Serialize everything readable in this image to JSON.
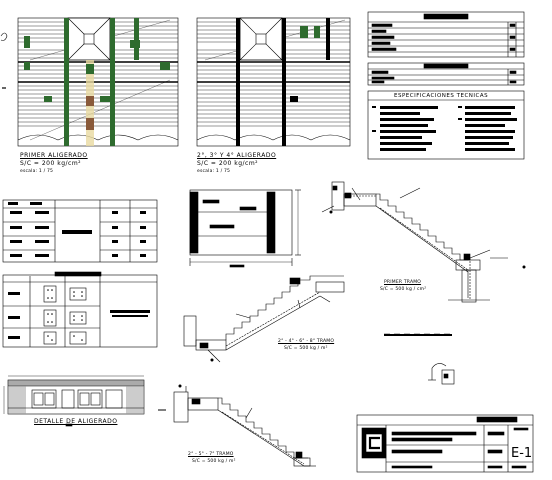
{
  "plans": {
    "first_title": "PRIMER ALIGERADO",
    "first_load": "S/C = 200 kg/cm²",
    "first_scale": "escala: 1 / 75",
    "upper_title": "2°, 3° Y 4° ALIGERADO",
    "upper_load": "S/C = 200 kg/cm²",
    "upper_scale": "escala: 1 / 75"
  },
  "specs": {
    "title": "ESPECIFICACIONES TECNICAS"
  },
  "stairs": {
    "first_title": "PRIMER TRAMO",
    "first_load": "S/C = 500 kg / cm²",
    "mid_title": "2° - 4° - 6° - 8° TRAMO",
    "mid_load": "S/C = 500 kg / m²",
    "low_title": "2° - 5° - 7° TRAMO",
    "low_load": "S/C = 500 kg / m²"
  },
  "detail": {
    "title": "DETALLE DE ALIGERADO"
  },
  "title_block": {
    "sheet_code": "E-1"
  }
}
